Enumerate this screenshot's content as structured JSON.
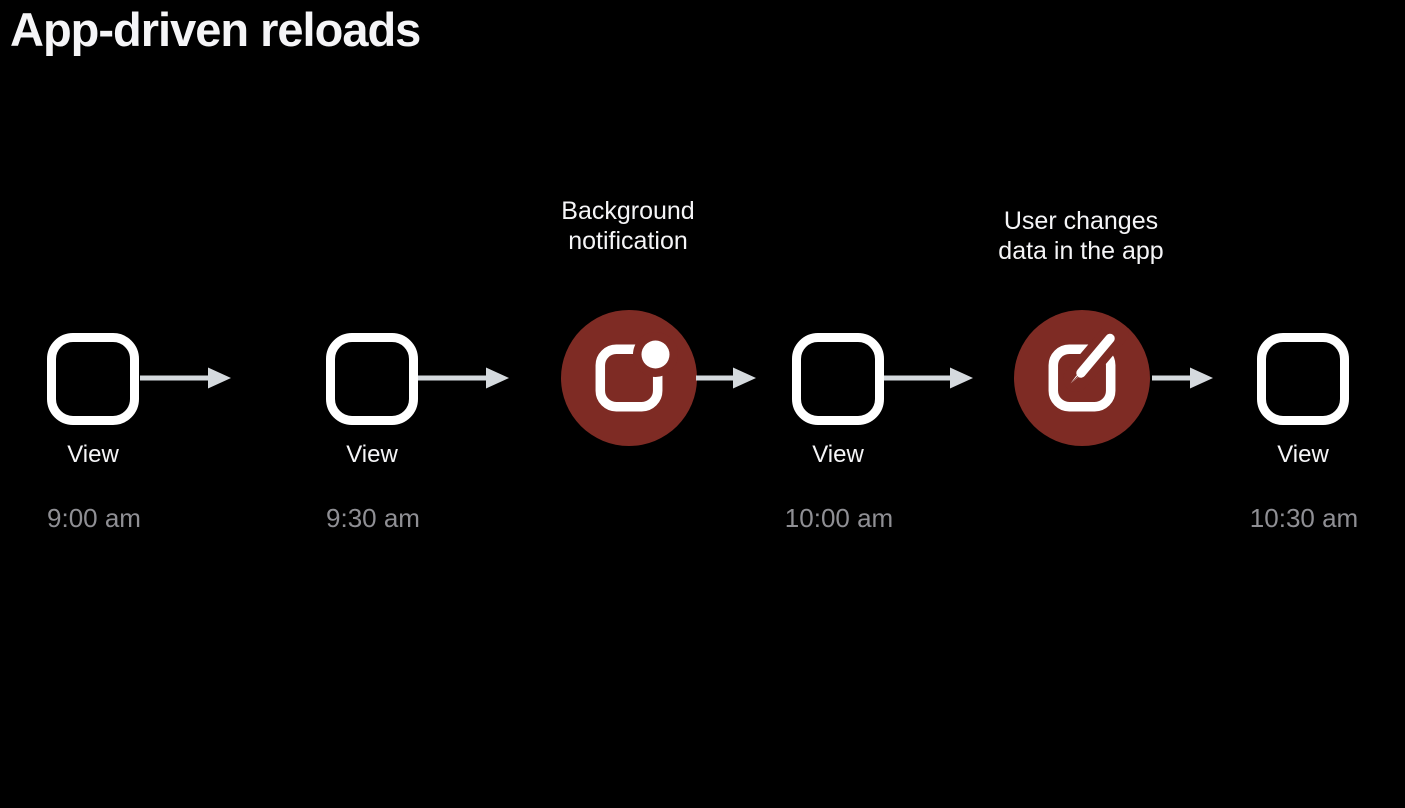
{
  "slide": {
    "title": "App-driven reloads"
  },
  "colors": {
    "background": "#000000",
    "title_text": "#f5f5f7",
    "view_outline": "#ffffff",
    "event_circle_red": "#7e2b24",
    "arrow": "#d5dade",
    "time_text": "#8f8f94",
    "caption_text": "#f5f5f7"
  },
  "timeline": {
    "nodes": [
      {
        "id": "view-1",
        "type": "view",
        "label": "View",
        "time": "9:00 am"
      },
      {
        "id": "view-2",
        "type": "view",
        "label": "View",
        "time": "9:30 am"
      },
      {
        "id": "event-notification",
        "type": "event",
        "icon": "app-badge-notification-icon",
        "caption": "Background\nnotification"
      },
      {
        "id": "view-3",
        "type": "view",
        "label": "View",
        "time": "10:00 am"
      },
      {
        "id": "event-user-edit",
        "type": "event",
        "icon": "square-and-pencil-icon",
        "caption": "User changes\ndata in the app"
      },
      {
        "id": "view-4",
        "type": "view",
        "label": "View",
        "time": "10:30 am"
      }
    ]
  }
}
